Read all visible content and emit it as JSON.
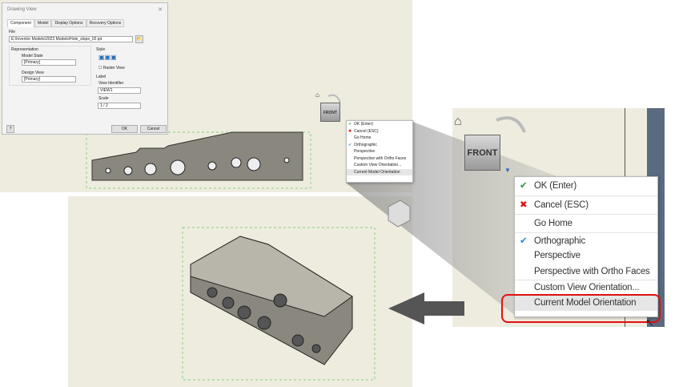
{
  "dialog": {
    "title": "Drawing View",
    "tabs": [
      "Component",
      "Model",
      "Display Options",
      "Recovery Options"
    ],
    "file_label": "File",
    "file_value": "E:\\Inventor Models\\2023 Models\\Hole_slope_02.ipt",
    "representation_label": "Representation",
    "model_state_label": "Model State",
    "model_state_value": "[Primary]",
    "design_view_label": "Design View",
    "design_view_value": "[Primary]",
    "style_label": "Style",
    "raster_view_label": "Raster View",
    "label_group": "Label",
    "view_identifier_label": "View Identifier",
    "view_identifier_value": "VIEW1",
    "scale_label": "Scale",
    "scale_value": "1 / 2",
    "ok": "OK",
    "cancel": "Cancel"
  },
  "viewcube": {
    "face": "FRONT"
  },
  "menu": {
    "items": [
      {
        "label": "OK (Enter)",
        "mark": "check-green"
      },
      {
        "label": "Cancel (ESC)",
        "mark": "x-red"
      },
      {
        "label": "Go Home",
        "mark": ""
      },
      {
        "label": "Orthographic",
        "mark": "check-blue"
      },
      {
        "label": "Perspective",
        "mark": ""
      },
      {
        "label": "Perspective with Ortho Faces",
        "mark": ""
      },
      {
        "label": "Custom View Orientation...",
        "mark": ""
      },
      {
        "label": "Current Model Orientation",
        "mark": ""
      }
    ]
  },
  "colors": {
    "highlight": "#e01010",
    "check_green": "#2a9a3a",
    "check_blue": "#2a8ad4"
  }
}
